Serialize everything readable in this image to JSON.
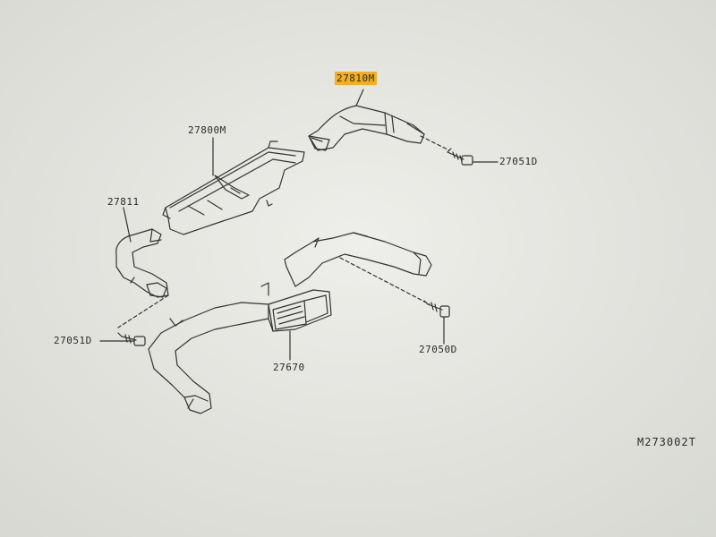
{
  "diagram": {
    "parts": {
      "p27810m": "27810M",
      "p27800m": "27800M",
      "p27811": "27811",
      "p27051d_right": "27051D",
      "p27051d_left": "27051D",
      "p27670": "27670",
      "p27050d": "27050D"
    },
    "highlighted_part": "27810M",
    "highlight_color": "#f2b020",
    "diagram_code": "M273002T"
  }
}
